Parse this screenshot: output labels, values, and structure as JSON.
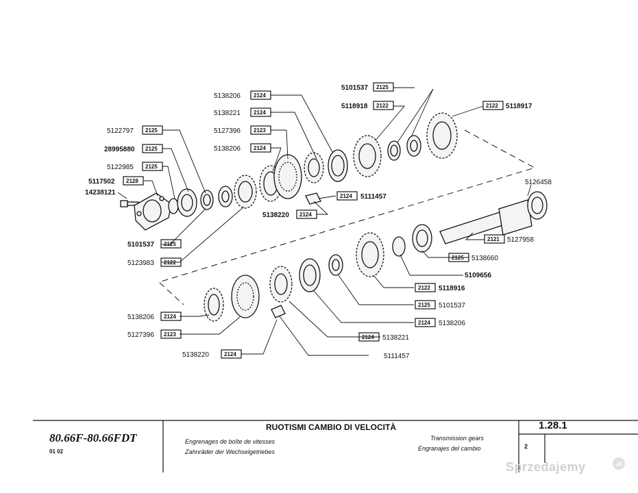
{
  "callouts": [
    {
      "pn": "5138206",
      "code": "2124"
    },
    {
      "pn": "5138221",
      "code": "2124"
    },
    {
      "pn": "5127396",
      "code": "2123"
    },
    {
      "pn": "5138206",
      "code": "2124"
    },
    {
      "pn": "5101537",
      "code": "2125"
    },
    {
      "pn": "5118918",
      "code": "2122"
    },
    {
      "pn": "5118917",
      "code": "2122"
    },
    {
      "pn": "5122797",
      "code": "2125"
    },
    {
      "pn": "28995880",
      "code": "2125"
    },
    {
      "pn": "5122985",
      "code": "2125"
    },
    {
      "pn": "5117502",
      "code": "2128"
    },
    {
      "pn": "14238121",
      "code": ""
    },
    {
      "pn": "5111457",
      "code": "2124"
    },
    {
      "pn": "5138220",
      "code": "2124"
    },
    {
      "pn": "5126458",
      "code": ""
    },
    {
      "pn": "5101537",
      "code": "2125"
    },
    {
      "pn": "5123983",
      "code": "2122"
    },
    {
      "pn": "5127958",
      "code": "2121"
    },
    {
      "pn": "5138660",
      "code": "2125"
    },
    {
      "pn": "5109656",
      "code": ""
    },
    {
      "pn": "5118916",
      "code": "2122"
    },
    {
      "pn": "5101537",
      "code": "2125"
    },
    {
      "pn": "5138206",
      "code": "2124"
    },
    {
      "pn": "5138221",
      "code": "2124"
    },
    {
      "pn": "5111457",
      "code": ""
    },
    {
      "pn": "5138206",
      "code": "2124"
    },
    {
      "pn": "5127396",
      "code": "2123"
    },
    {
      "pn": "5138220",
      "code": "2124"
    }
  ],
  "footer": {
    "model": "80.66F-80.66FDT",
    "model_sub": "01 02",
    "title": "RUOTISMI CAMBIO DI VELOCITÀ",
    "lang_fr": "Engrenages de boîte de vitesses",
    "lang_de": "Zahnräder der Wechselgetriebes",
    "lang_en": "Transmission gears",
    "lang_es": "Engranajes del cambio",
    "ref": "1.28.1",
    "page": "2"
  },
  "watermark": {
    "text": "Sprzedajemy",
    "suffix": ".pl"
  }
}
